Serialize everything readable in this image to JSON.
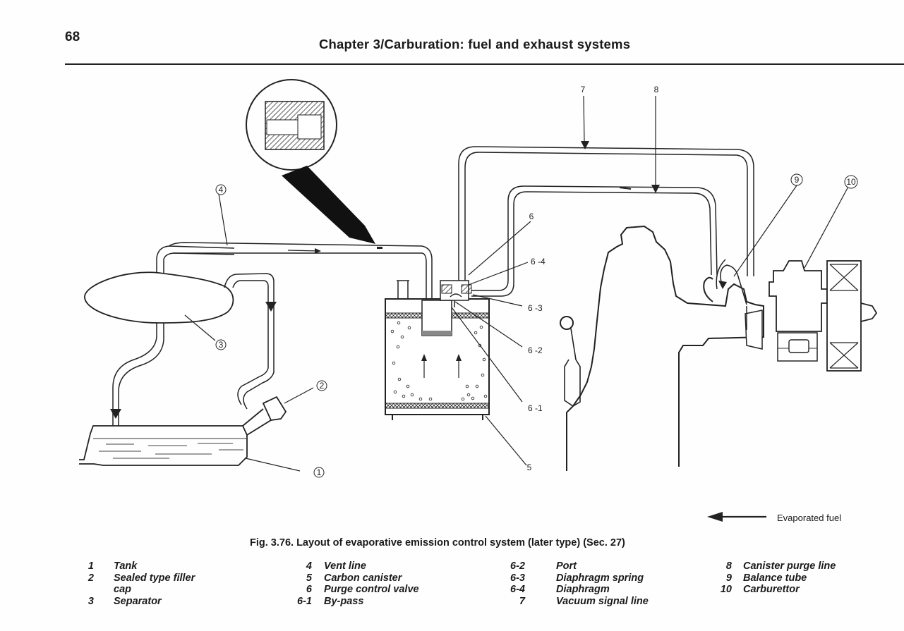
{
  "header": {
    "page_number": "68",
    "chapter_title": "Chapter 3/Carburation: fuel and exhaust systems"
  },
  "diagram": {
    "callouts": {
      "c1": "1",
      "c2": "2",
      "c3": "3",
      "c4": "4",
      "c5": "5",
      "c6": "6",
      "c6_1": "6 -1",
      "c6_2": "6 -2",
      "c6_3": "6 -3",
      "c6_4": "6 -4",
      "c7": "7",
      "c8": "8",
      "c9": "9",
      "c10": "10"
    },
    "legend": {
      "text": "Evaporated fuel"
    }
  },
  "figure": {
    "caption": "Fig. 3.76. Layout of evaporative emission control system (later type) (Sec. 27)"
  },
  "key": {
    "col1": [
      {
        "num": "1",
        "label": "Tank"
      },
      {
        "num": "2",
        "label": "Sealed type filler"
      },
      {
        "num": "",
        "label": "cap"
      },
      {
        "num": "3",
        "label": "Separator"
      }
    ],
    "col2": [
      {
        "num": "4",
        "label": "Vent line"
      },
      {
        "num": "5",
        "label": "Carbon canister"
      },
      {
        "num": "6",
        "label": "Purge control valve"
      },
      {
        "num": "6-1",
        "label": "By-pass"
      }
    ],
    "col3": [
      {
        "num": "6-2",
        "label": "Port"
      },
      {
        "num": "6-3",
        "label": "Diaphragm spring"
      },
      {
        "num": "6-4",
        "label": "Diaphragm"
      },
      {
        "num": "7",
        "label": "Vacuum signal line"
      }
    ],
    "col4": [
      {
        "num": "8",
        "label": "Canister purge line"
      },
      {
        "num": "9",
        "label": "Balance tube"
      },
      {
        "num": "10",
        "label": "Carburettor"
      }
    ]
  }
}
